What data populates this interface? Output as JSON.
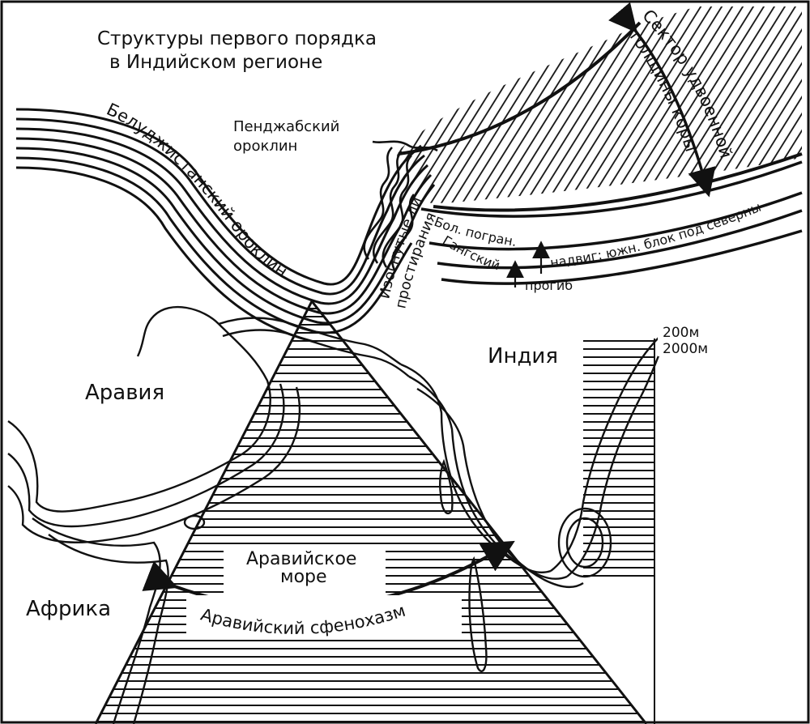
{
  "title": {
    "line1": "Структуры первого порядка",
    "line2": "в Индийском регионе"
  },
  "labels": {
    "punjab_line1": "Пенджабский",
    "punjab_line2": "ороклин",
    "baluchistan": "Белуджистанский ороклин",
    "sector_line1": "Сектор удвоенной",
    "sector_line2": "толщины коры",
    "bent_line1": "Изогнутые линии",
    "bent_line2": "простирания",
    "boundary": "Бол. погран.",
    "thrust": "надвиг: южн. блок под северным",
    "gangetic": "Гангский",
    "trough": "прогиб",
    "india": "Индия",
    "arabia": "Аравия",
    "africa": "Африка",
    "sea_line1": "Аравийское",
    "sea_line2": "море",
    "sphenochasm": "Аравийский сфенохазм",
    "depth_200": "200м",
    "depth_2000": "2000м"
  },
  "colors": {
    "ink": "#111111",
    "paper": "#ffffff"
  }
}
